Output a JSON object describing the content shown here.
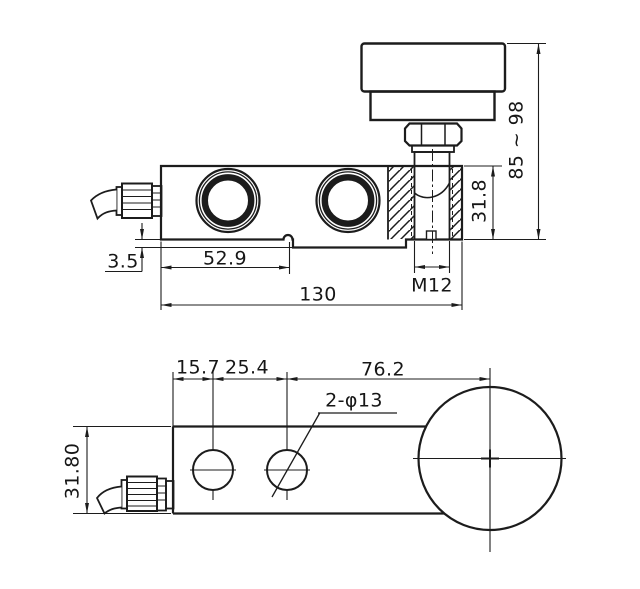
{
  "drawing": {
    "views": {
      "side_view": {
        "labels": {
          "height_range": "85 ~ 98",
          "block_height": "31.8",
          "step_height": "3.5",
          "cut_length": "52.9",
          "overall_length": "130",
          "thread": "M12"
        }
      },
      "top_view": {
        "labels": {
          "edge_to_first_hole": "15.7",
          "hole_spacing": "25.4",
          "hole_to_button_center": "76.2",
          "mounting_holes": "2-φ13",
          "body_width": "31.80"
        }
      }
    }
  }
}
